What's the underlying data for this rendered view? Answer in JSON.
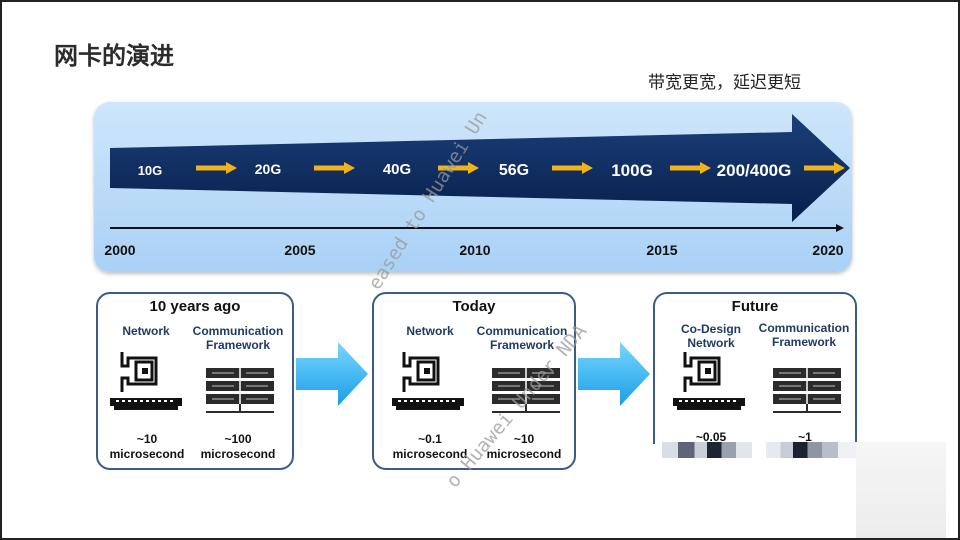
{
  "title": "网卡的演进",
  "subtitle": "带宽更宽，延迟更短",
  "timeline": {
    "speeds": [
      "10G",
      "20G",
      "40G",
      "56G",
      "100G",
      "200/400G"
    ],
    "years": [
      "2000",
      "2005",
      "2010",
      "2015",
      "2020"
    ]
  },
  "stages": [
    {
      "title": "10 years ago",
      "left_label": "Network",
      "right_label": "Communication Framework",
      "left_value": "~10 microsecond",
      "right_value": "~100 microsecond"
    },
    {
      "title": "Today",
      "left_label": "Network",
      "right_label": "Communication Framework",
      "left_value": "~0.1 microsecond",
      "right_value": "~10 microsecond"
    },
    {
      "title": "Future",
      "left_label": "Co-Design Network",
      "right_label": "Communication Framework",
      "left_value": "~0.05",
      "right_value": "~1"
    }
  ],
  "watermark": {
    "line1": "eased to Huawei Un",
    "line2": "o Huawei Under NDA"
  },
  "colors": {
    "arrow_dark": "#0b2a5e",
    "speed_arrow": "#f2b21b",
    "stage_border": "#3a5c86",
    "transition_arrow": "#2fb3f0"
  }
}
